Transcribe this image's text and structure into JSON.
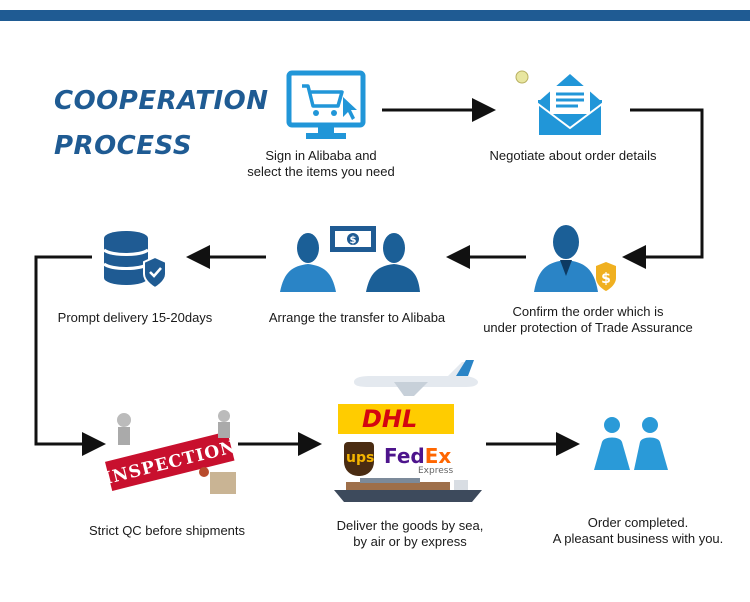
{
  "heading": {
    "line1": "COOPERATION",
    "line2": "PROCESS"
  },
  "steps": [
    {
      "caption_1": "Sign in Alibaba and",
      "caption_2": "select the items you need",
      "icon": "shopping-cart-monitor-icon"
    },
    {
      "caption_1": "Negotiate about order details",
      "icon": "envelope-message-icon"
    },
    {
      "caption_1": "Confirm the order which is",
      "caption_2": "under protection of Trade Assurance",
      "icon": "agent-shield-icon"
    },
    {
      "caption_1": "Arrange the transfer to Alibaba",
      "icon": "money-transfer-icon"
    },
    {
      "caption_1": "Prompt delivery 15-20days",
      "icon": "database-shield-icon"
    },
    {
      "caption_1": "Strict QC before shipments",
      "icon": "inspection-stamp-icon"
    },
    {
      "caption_1": "Deliver the goods by sea,",
      "caption_2": "by air or by express",
      "icon": "shipping-carriers-icon"
    },
    {
      "caption_1": "Order completed.",
      "caption_2": "A pleasant business with you.",
      "icon": "two-people-icon"
    }
  ],
  "logos": {
    "dhl": "DHL",
    "ups": "ups",
    "fedex_fed": "Fed",
    "fedex_ex": "Ex",
    "fedex_express": "Express"
  },
  "colors": {
    "brand_blue": "#1f5b93",
    "icon_blue": "#2196d8",
    "dhl_yellow": "#ffcc00",
    "dhl_red": "#d40511"
  }
}
